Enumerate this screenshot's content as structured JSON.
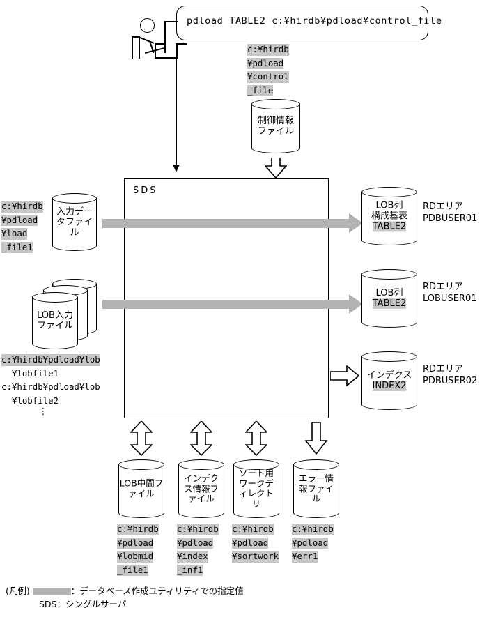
{
  "command": {
    "text": "pdload TABLE2 c:¥hirdb¥pdload¥control_file"
  },
  "control_file": {
    "path_lines": [
      "c:¥hirdb",
      "¥pdload",
      "¥control",
      "_file"
    ],
    "cylinder_label": [
      "制御情報",
      "ファイル"
    ]
  },
  "sds": {
    "title": "SDS"
  },
  "inputs": {
    "data_file": {
      "path_lines": [
        "c:¥hirdb",
        "¥pdload",
        "¥load",
        "_file1"
      ],
      "cylinder_label": [
        "入力デー",
        "タファイ",
        "ル"
      ]
    },
    "lob_file": {
      "cylinder_label": [
        "LOB入力",
        "ファイル"
      ],
      "path_line1_highlighted": "c:¥hirdb¥pdload¥lob",
      "path_line2": "  ¥lobfile1",
      "path_line3": "c:¥hirdb¥pdload¥lob",
      "path_line4": "  ¥lobfile2",
      "ellipsis": "⋮"
    }
  },
  "rd_areas": [
    {
      "cylinder_label_lines": [
        "LOB列",
        "構成基表"
      ],
      "cylinder_highlight": "TABLE2",
      "area_label_lines": [
        "RDエリア",
        "PDBUSER01"
      ]
    },
    {
      "cylinder_label_lines": [
        "LOB列"
      ],
      "cylinder_highlight": "TABLE2",
      "area_label_lines": [
        "RDエリア",
        "LOBUSER01"
      ]
    },
    {
      "cylinder_label_lines": [
        "インデクス"
      ],
      "cylinder_highlight": "INDEX2",
      "area_label_lines": [
        "RDエリア",
        "PDBUSER02"
      ]
    }
  ],
  "bottom_files": [
    {
      "cylinder_label": [
        "LOB中間フ",
        "ァイル"
      ],
      "path_lines": [
        "c:¥hirdb",
        "¥pdload",
        "¥lobmid",
        "_file1"
      ]
    },
    {
      "cylinder_label": [
        "インデク",
        "ス情報フ",
        "ァイル"
      ],
      "path_lines": [
        "c:¥hirdb",
        "¥pdload",
        "¥index",
        "_inf1"
      ]
    },
    {
      "cylinder_label": [
        "ソート用",
        "ワークデ",
        "ィレクト",
        "リ"
      ],
      "path_lines": [
        "c:¥hirdb",
        "¥pdload",
        "¥sortwork"
      ]
    },
    {
      "cylinder_label": [
        "エラー情",
        "報ファイ",
        "ル"
      ],
      "path_lines": [
        "c:¥hirdb",
        "¥pdload",
        "¥err1"
      ]
    }
  ],
  "legend": {
    "prefix": "(凡例)",
    "swatch_meaning": "：データベース作成ユティリティでの指定値",
    "sds_note": "SDS：シングルサーバ"
  },
  "colors": {
    "highlight_gray": "#c6c6c6",
    "arrow_gray": "#b3b3b3",
    "line_black": "#000000"
  }
}
